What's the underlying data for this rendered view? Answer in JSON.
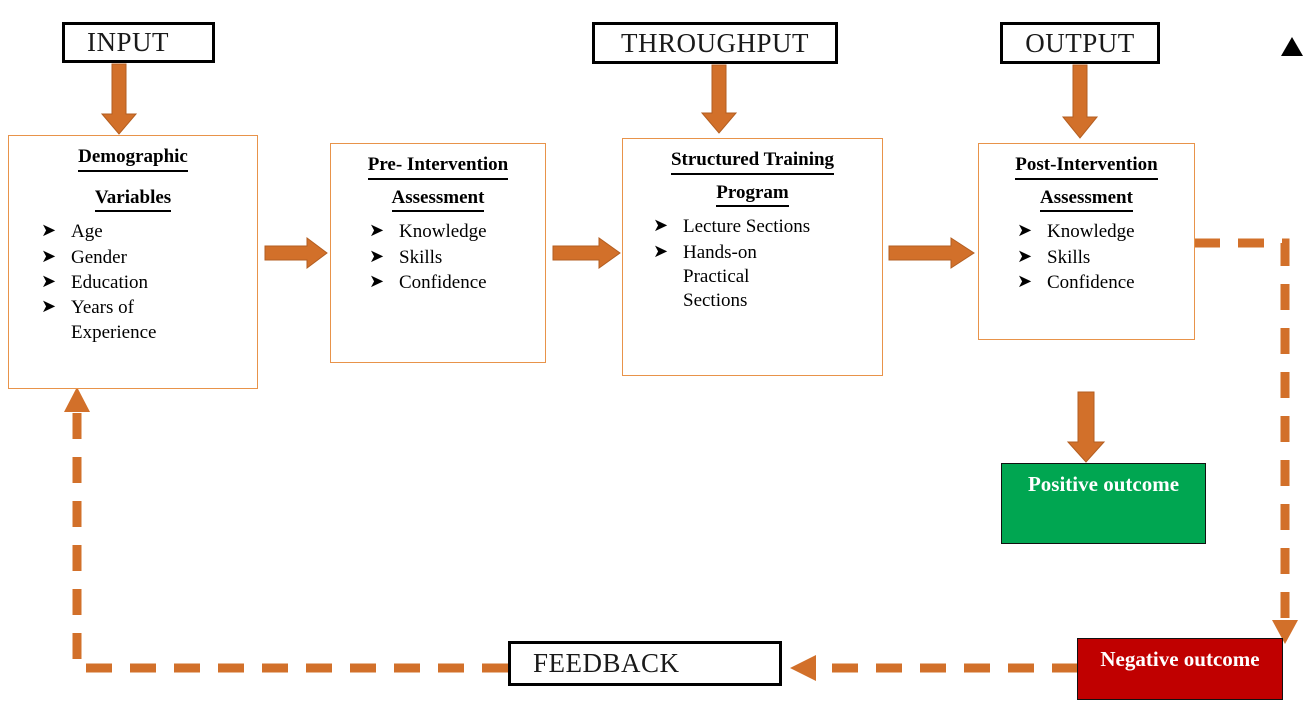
{
  "colors": {
    "arrow_orange": "#D2702A",
    "box_outline_orange": "#E8934A",
    "header_black": "#000000",
    "positive_green": "#00A651",
    "negative_red": "#C00000",
    "text_white": "#FFFFFF"
  },
  "headers": {
    "input": "INPUT",
    "throughput": "THROUGHPUT",
    "output": "OUTPUT",
    "feedback": "FEEDBACK"
  },
  "stages": [
    {
      "id": "demographic-variables",
      "title_line1": "Demographic",
      "title_line2": "Variables",
      "bullets": [
        "Age",
        "Gender",
        "Education",
        "Years of\nExperience"
      ]
    },
    {
      "id": "pre-intervention-assessment",
      "title_line1": "Pre- Intervention",
      "title_line2": "Assessment",
      "bullets": [
        "Knowledge",
        "Skills",
        "Confidence"
      ]
    },
    {
      "id": "structured-training-program",
      "title_line1": "Structured Training",
      "title_line2": "Program",
      "bullets": [
        "Lecture Sections",
        "Hands-on\nPractical\nSections"
      ]
    },
    {
      "id": "post-intervention-assessment",
      "title_line1": "Post-Intervention",
      "title_line2": "Assessment",
      "bullets": [
        "Knowledge",
        "Skills",
        "Confidence"
      ]
    }
  ],
  "outcomes": {
    "positive": "Positive outcome",
    "negative": "Negative outcome"
  },
  "bullet_glyph": "➤",
  "icons": {
    "bullet": "arrow-bullet-icon",
    "corner_marker": "triangle-up-icon"
  }
}
